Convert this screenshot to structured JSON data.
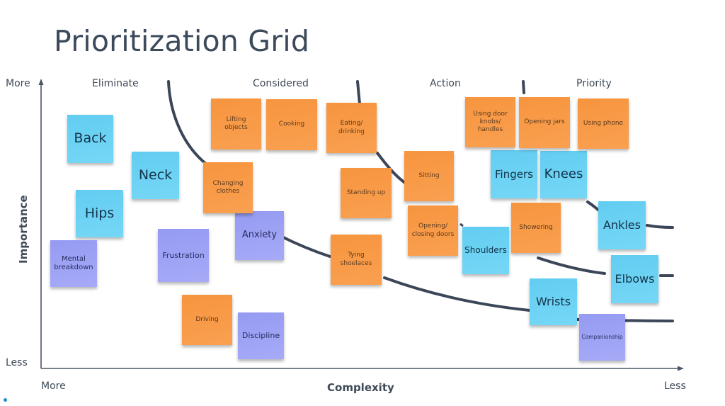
{
  "title": "Prioritization Grid",
  "axes": {
    "y": {
      "title": "Importance",
      "top_label": "More",
      "bottom_label": "Less"
    },
    "x": {
      "title": "Complexity",
      "left_label": "More",
      "right_label": "Less"
    }
  },
  "zones": [
    "Eliminate",
    "Considered",
    "Action",
    "Priority"
  ],
  "colors": {
    "activity": "#f7953f",
    "body_part": "#62cdf1",
    "emotional": "#959bf2",
    "lines": "#3b4658"
  },
  "notes": {
    "back": "Back",
    "neck": "Neck",
    "hips": "Hips",
    "mental_breakdown": "Mental breakdown",
    "frustration": "Frustration",
    "anxiety": "Anxiety",
    "driving": "Driving",
    "discipline": "Discipline",
    "lifting_objects": "Lifting objects",
    "cooking": "Cooking",
    "changing_clothes": "Changing clothes",
    "eating_drinking": "Eating/ drinking",
    "standing_up": "Standing up",
    "sitting": "Sitting",
    "opening_closing_doors": "Opening/ closing doors",
    "tying_shoelaces": "Tying shoelaces",
    "shoulders": "Shoulders",
    "using_door_knobs": "Using door knobs/ handles",
    "opening_jars": "Opening jars",
    "using_phone": "Using phone",
    "fingers": "Fingers",
    "knees": "Knees",
    "showering": "Showering",
    "ankles": "Ankles",
    "elbows": "Elbows",
    "wrists": "Wrists",
    "companionship": "Companionship"
  }
}
